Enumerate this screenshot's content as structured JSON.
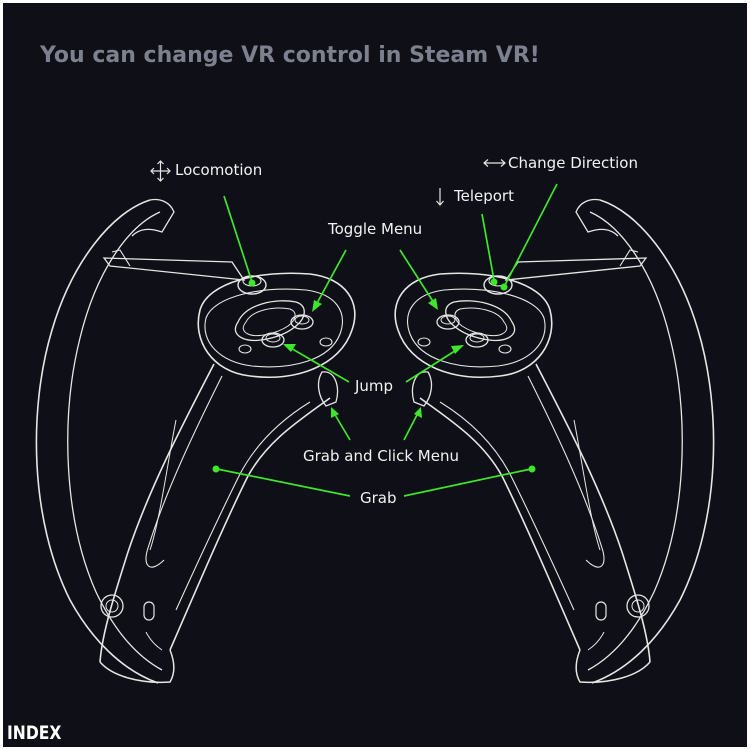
{
  "title": "You can change VR control in Steam VR!",
  "brand": "INDEX",
  "labels": {
    "locomotion": "Locomotion",
    "change_direction": "Change Direction",
    "teleport": "Teleport",
    "toggle_menu": "Toggle Menu",
    "jump": "Jump",
    "grab_click_menu": "Grab and Click Menu",
    "grab": "Grab"
  },
  "icons": {
    "locomotion": "move-arrows-icon",
    "change_direction": "left-right-arrow-icon",
    "teleport": "down-arrow-icon"
  },
  "colors": {
    "background": "#0e0f17",
    "line": "#e6e6e6",
    "pointer": "#3ee62c",
    "title": "#7d818d"
  }
}
